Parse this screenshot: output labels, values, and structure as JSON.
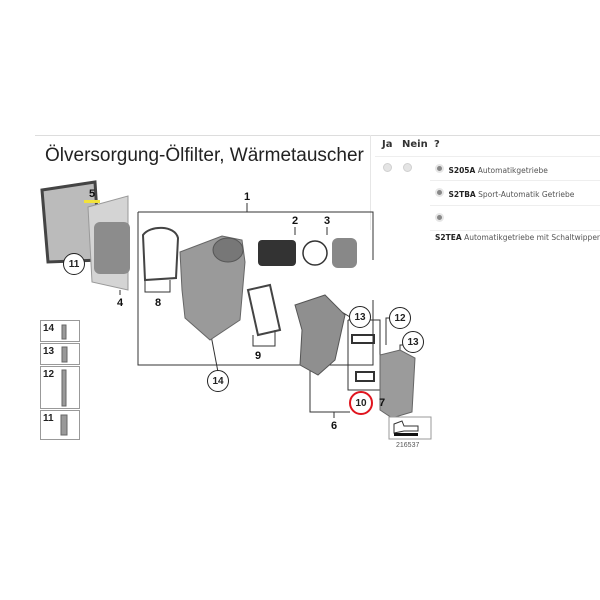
{
  "title": "Ölversorgung-Ölfilter, Wärmetauscher",
  "options_header": {
    "yes": "Ja",
    "no": "Nein",
    "unknown": "?"
  },
  "options": [
    {
      "code": "S205A",
      "label": "Automatikgetriebe",
      "selected": true
    },
    {
      "code": "S2TBA",
      "label": "Sport-Automatik Getriebe",
      "selected": true
    },
    {
      "code": "S2TEA",
      "label": "Automatikgetriebe mit Schaltwippen",
      "selected": true
    }
  ],
  "callouts": {
    "c1": "1",
    "c2": "2",
    "c3": "3",
    "c4": "4",
    "c5": "5",
    "c6": "6",
    "c7": "7",
    "c8": "8",
    "c9": "9",
    "c10": "10",
    "c11": "11",
    "c12": "12",
    "c13a": "13",
    "c13b": "13",
    "c14": "14"
  },
  "bolts": [
    "14",
    "13",
    "12",
    "11"
  ],
  "image_number": "216537",
  "colors": {
    "highlight_circle": "#e0141e",
    "highlight_underline": "#f2e23a"
  }
}
